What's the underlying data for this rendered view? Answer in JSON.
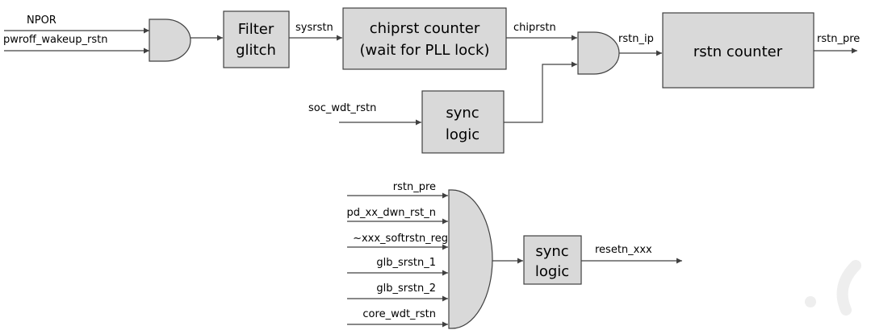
{
  "top": {
    "inputs": [
      "NPOR",
      "pwroff_wakeup_rstn"
    ],
    "filter_block": [
      "Filter",
      "glitch"
    ],
    "signal_sysrstn": "sysrstn",
    "chiprst_block": [
      "chiprst counter",
      "(wait for PLL lock)"
    ],
    "signal_chiprstn": "chiprstn",
    "signal_rstn_ip": "rstn_ip",
    "rstn_counter_block": "rstn counter",
    "output_rstn_pre": "rstn_pre",
    "soc_input": "soc_wdt_rstn",
    "sync_block": [
      "sync",
      "logic"
    ]
  },
  "bottom": {
    "inputs": [
      "rstn_pre",
      "pd_xx_dwn_rst_n",
      "~xxx_softrstn_reg",
      "glb_srstn_1",
      "glb_srstn_2",
      "core_wdt_rstn"
    ],
    "sync_block": [
      "sync",
      "logic"
    ],
    "output": "resetn_xxx"
  }
}
